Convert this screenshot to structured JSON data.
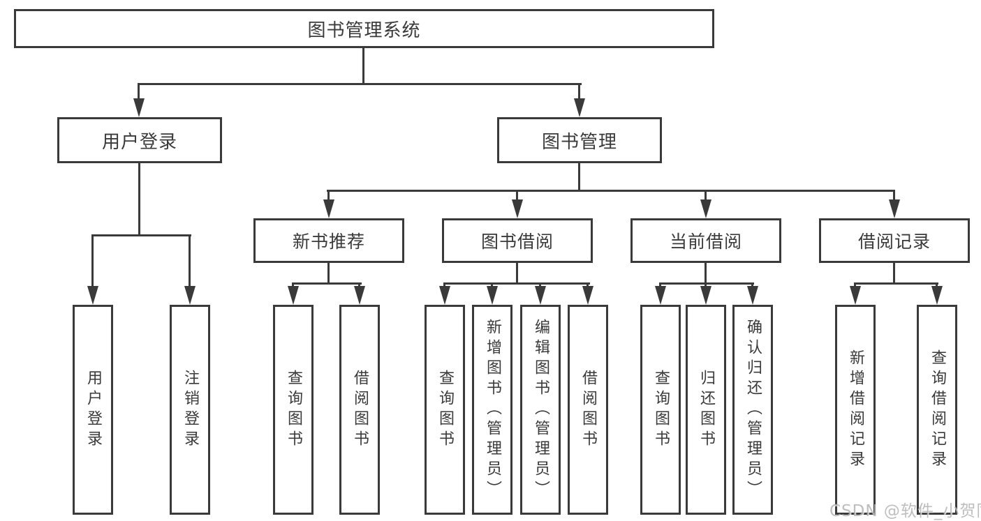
{
  "diagram": {
    "title": "图书管理系统",
    "level2": [
      "用户登录",
      "图书管理"
    ],
    "level3": [
      "新书推荐",
      "图书借阅",
      "当前借阅",
      "借阅记录"
    ],
    "leaves_user_login": [
      "用户登录",
      "注销登录"
    ],
    "leaves_new_book": [
      "查询图书",
      "借阅图书"
    ],
    "leaves_book_borrow": [
      "查询图书",
      "新增图书（管理员）",
      "编辑图书（管理员）",
      "借阅图书"
    ],
    "leaves_current_borrow": [
      "查询图书",
      "归还图书",
      "确认归还（管理员）"
    ],
    "leaves_borrow_records": [
      "新增借阅记录",
      "查询借阅记录"
    ]
  },
  "watermark": "CSDN @软件_小贺同学",
  "colors": {
    "line": "#3a3a3a",
    "text": "#3a3a3a",
    "background": "#ffffff",
    "watermark": "#b3b3b3"
  }
}
